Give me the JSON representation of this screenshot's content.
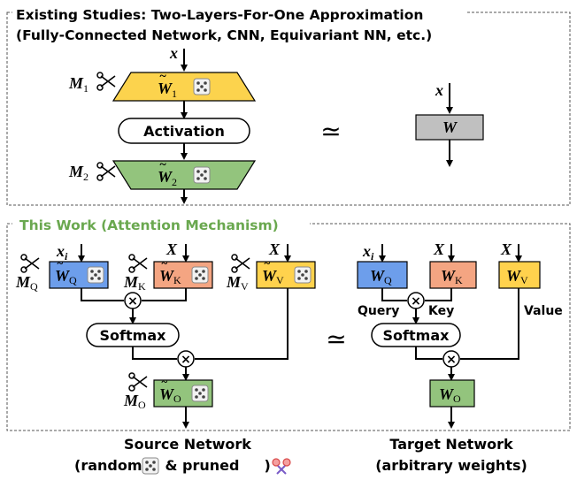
{
  "top_panel": {
    "title": "Existing Studies: Two-Layers-For-One Approximation",
    "subtitle": "(Fully-Connected Network, CNN, Equivariant NN, etc.)",
    "input": "x",
    "mask1": "M",
    "mask1_sub": "1",
    "weight1": "W",
    "weight1_sub": "1",
    "activation": "Activation",
    "mask2": "M",
    "mask2_sub": "2",
    "weight2": "W",
    "weight2_sub": "2",
    "approx": "≃",
    "target_input": "x",
    "target_weight": "W"
  },
  "bottom_panel": {
    "title": "This Work (Attention Mechanism)",
    "source": {
      "inputs": [
        "x",
        "X",
        "X"
      ],
      "input_sub_q": "i",
      "masks": [
        {
          "letter": "M",
          "sub": "Q"
        },
        {
          "letter": "M",
          "sub": "K"
        },
        {
          "letter": "M",
          "sub": "V"
        },
        {
          "letter": "M",
          "sub": "O"
        }
      ],
      "weights": [
        {
          "letter": "W",
          "sub": "Q"
        },
        {
          "letter": "W",
          "sub": "K"
        },
        {
          "letter": "W",
          "sub": "V"
        },
        {
          "letter": "W",
          "sub": "O"
        }
      ],
      "softmax": "Softmax",
      "times": "⊗"
    },
    "approx": "≃",
    "target": {
      "inputs": [
        "x",
        "X",
        "X"
      ],
      "input_sub_q": "i",
      "weights": [
        {
          "letter": "W",
          "sub": "Q"
        },
        {
          "letter": "W",
          "sub": "K"
        },
        {
          "letter": "W",
          "sub": "V"
        },
        {
          "letter": "W",
          "sub": "O"
        }
      ],
      "query": "Query",
      "key": "Key",
      "value": "Value",
      "softmax": "Softmax"
    }
  },
  "captions": {
    "source_line1": "Source Network",
    "source_line2a": "(random",
    "source_line2b": "& pruned",
    "source_line2c": ")",
    "target_line1": "Target Network",
    "target_line2": "(arbitrary weights)"
  },
  "colors": {
    "yellow": "#fcd34d",
    "green": "#93c47d",
    "blue": "#6d9eeb",
    "orange": "#f4a582",
    "gold": "#ffd24d",
    "gray": "#c0c0c0",
    "section_green": "#6aa84f"
  },
  "icons": [
    "scissors-icon",
    "dice-icon"
  ]
}
